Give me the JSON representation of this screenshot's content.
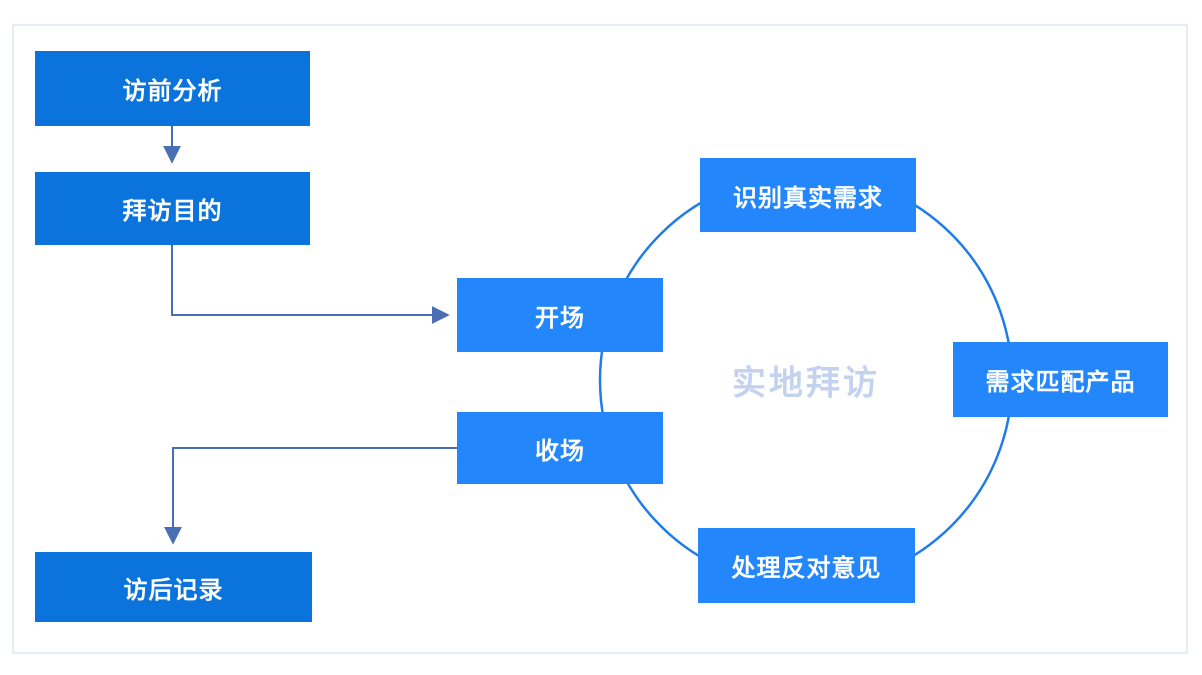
{
  "diagram": {
    "title_watermark": "实地拜访",
    "nodes": [
      {
        "id": "pre-visit-analysis",
        "label": "访前分析",
        "group": "sequence"
      },
      {
        "id": "visit-purpose",
        "label": "拜访目的",
        "group": "sequence"
      },
      {
        "id": "post-visit-record",
        "label": "访后记录",
        "group": "sequence"
      },
      {
        "id": "opening",
        "label": "开场",
        "group": "field-visit-cycle"
      },
      {
        "id": "closing",
        "label": "收场",
        "group": "field-visit-cycle"
      },
      {
        "id": "identify-real-needs",
        "label": "识别真实需求",
        "group": "field-visit-cycle"
      },
      {
        "id": "match-needs-to-products",
        "label": "需求匹配产品",
        "group": "field-visit-cycle"
      },
      {
        "id": "handle-objections",
        "label": "处理反对意见",
        "group": "field-visit-cycle"
      }
    ],
    "edges": [
      {
        "from": "pre-visit-analysis",
        "to": "visit-purpose"
      },
      {
        "from": "visit-purpose",
        "to": "opening"
      },
      {
        "from": "closing",
        "to": "post-visit-record"
      }
    ],
    "colors": {
      "node_dark": "#0b74dc",
      "node_light": "#2387fb",
      "circle_stroke": "#1f7ce8",
      "arrow": "#4a6eb5",
      "center_text": "#c3d2ef",
      "frame_border": "#e7ecf4",
      "node_text": "#ffffff"
    }
  }
}
